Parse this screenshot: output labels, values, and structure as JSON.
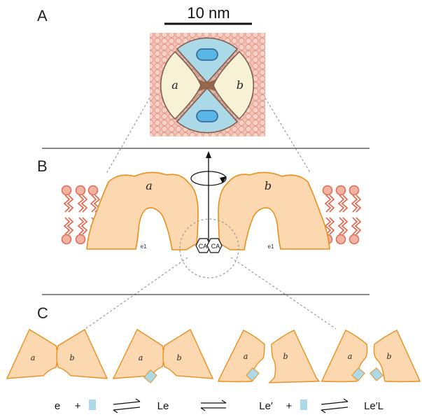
{
  "panels": {
    "a": "A",
    "b": "B",
    "c": "C"
  },
  "scale_bar": {
    "label": "10 nm"
  },
  "subunits": {
    "a": "a",
    "b": "b"
  },
  "panel_b": {
    "e1_left": "e1",
    "e1_right": "e1",
    "ca_left": "CA",
    "ca_right": "CA"
  },
  "panel_c": {
    "states": [
      {
        "a": "a",
        "b": "b"
      },
      {
        "a": "a",
        "b": "b"
      },
      {
        "a": "a",
        "b": "b"
      },
      {
        "a": "a",
        "b": "b"
      }
    ],
    "equation": {
      "e": "e",
      "plus1": "+",
      "le": "Le",
      "le_prime": "Le′",
      "plus2": "+",
      "le_prime_l": "Le′L"
    }
  },
  "colors": {
    "membrane": "#f2c4b8",
    "lipid": "#e8826d",
    "subunit_fill": "#fcd8b0",
    "subunit_stroke": "#e8901f",
    "domain_blue": "#abd9e8",
    "domain_yellow": "#f7f2d5",
    "ligand": "#abd9e8"
  }
}
